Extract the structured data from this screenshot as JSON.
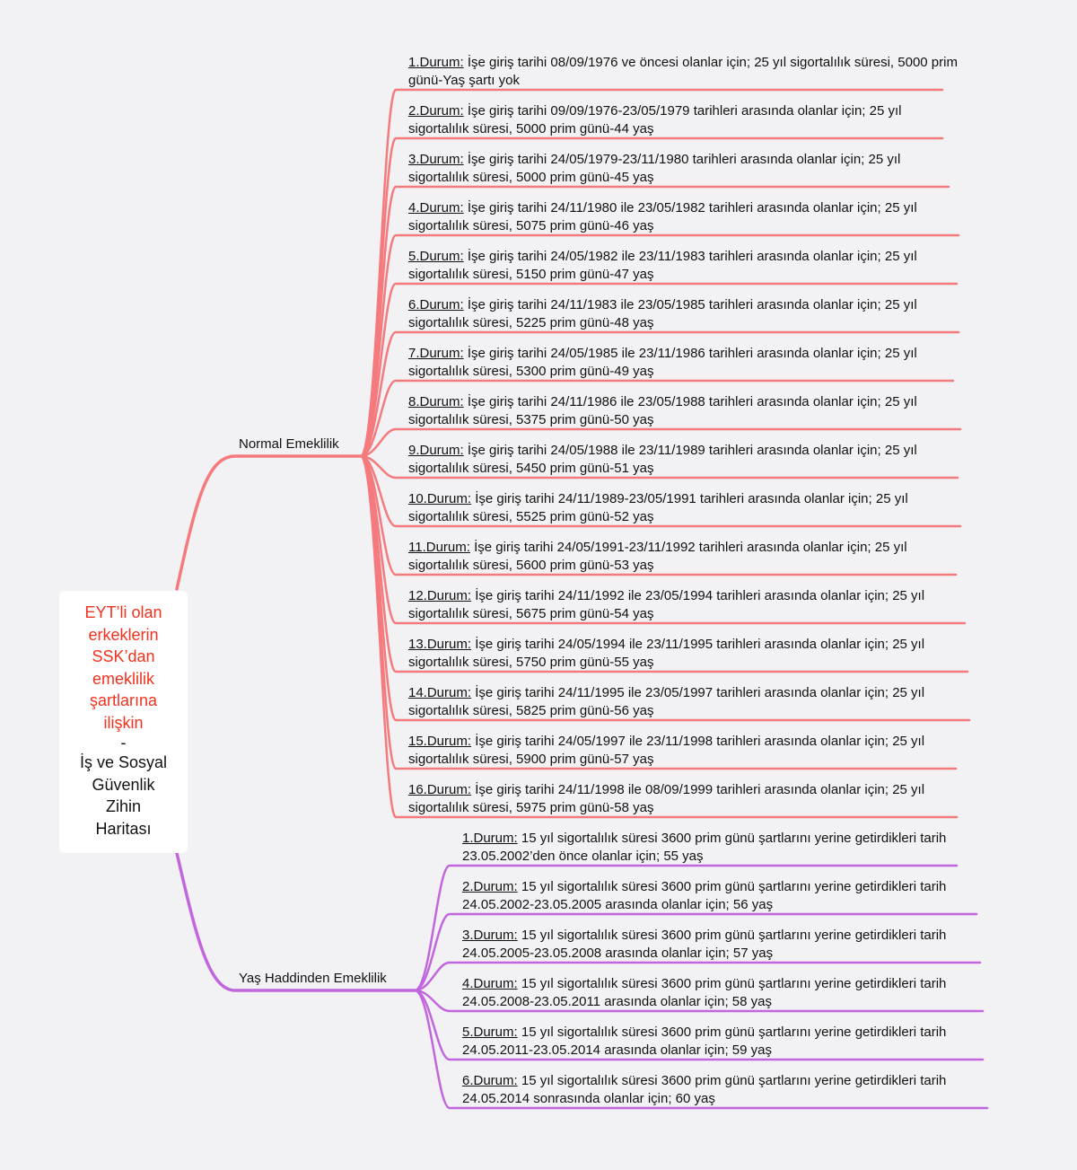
{
  "central": {
    "red_lines": [
      "EYT’li olan",
      "erkeklerin",
      "SSK’dan",
      "emeklilik",
      "şartlarına",
      "ilişkin"
    ],
    "separator": "-",
    "black_lines": [
      "İş ve Sosyal",
      "Güvenlik",
      "Zihin",
      "Haritası"
    ]
  },
  "colors": {
    "normal_branch": "#f47a7e",
    "age_branch": "#c266dd",
    "title_red": "#f0321e",
    "background": "#f2f2f4"
  },
  "branches": {
    "normal": {
      "label": "Normal Emeklilik",
      "items": [
        {
          "key": "1.Durum:",
          "text": " İşe giriş tarihi 08/09/1976 ve öncesi olanlar için; 25 yıl sigortalılık süresi, 5000 prim günü-Yaş şartı yok"
        },
        {
          "key": "2.Durum:",
          "text": " İşe giriş tarihi 09/09/1976-23/05/1979 tarihleri arasında olanlar için; 25 yıl sigortalılık süresi, 5000 prim günü-44 yaş"
        },
        {
          "key": "3.Durum:",
          "text": " İşe giriş tarihi 24/05/1979-23/11/1980 tarihleri arasında olanlar için; 25 yıl sigortalılık süresi, 5000 prim günü-45 yaş"
        },
        {
          "key": "4.Durum:",
          "text": " İşe giriş tarihi 24/11/1980 ile 23/05/1982 tarihleri arasında olanlar için; 25 yıl sigortalılık süresi, 5075 prim günü-46 yaş"
        },
        {
          "key": "5.Durum:",
          "text": " İşe giriş tarihi 24/05/1982 ile 23/11/1983 tarihleri arasında olanlar için; 25 yıl sigortalılık süresi, 5150 prim günü-47 yaş"
        },
        {
          "key": "6.Durum:",
          "text": " İşe giriş tarihi  24/11/1983 ile 23/05/1985 tarihleri arasında olanlar için; 25 yıl sigortalılık süresi, 5225 prim günü-48 yaş"
        },
        {
          "key": "7.Durum:",
          "text": " İşe giriş tarihi 24/05/1985 ile 23/11/1986 tarihleri arasında olanlar için; 25 yıl sigortalılık süresi, 5300 prim günü-49 yaş"
        },
        {
          "key": "8.Durum:",
          "text": " İşe giriş tarihi 24/11/1986 ile 23/05/1988 tarihleri arasında olanlar için; 25 yıl sigortalılık süresi, 5375 prim günü-50 yaş"
        },
        {
          "key": "9.Durum:",
          "text": " İşe giriş tarihi 24/05/1988 ile 23/11/1989 tarihleri arasında olanlar için; 25 yıl sigortalılık süresi, 5450 prim günü-51 yaş"
        },
        {
          "key": "10.Durum:",
          "text": " İşe giriş tarihi  24/11/1989-23/05/1991 tarihleri arasında olanlar için; 25 yıl sigortalılık süresi, 5525 prim günü-52 yaş"
        },
        {
          "key": "11.Durum:",
          "text": " İşe giriş tarihi  24/05/1991-23/11/1992 tarihleri arasında olanlar için; 25 yıl sigortalılık süresi, 5600 prim günü-53 yaş"
        },
        {
          "key": "12.Durum:",
          "text": " İşe giriş tarihi 24/11/1992 ile 23/05/1994 tarihleri arasında olanlar için; 25 yıl sigortalılık süresi, 5675 prim günü-54 yaş"
        },
        {
          "key": "13.Durum:",
          "text": " İşe giriş tarihi 24/05/1994 ile 23/11/1995 tarihleri arasında olanlar için; 25 yıl sigortalılık süresi, 5750 prim günü-55 yaş"
        },
        {
          "key": "14.Durum:",
          "text": " İşe giriş tarihi  24/11/1995 ile 23/05/1997 tarihleri arasında olanlar için; 25 yıl sigortalılık süresi, 5825 prim günü-56 yaş"
        },
        {
          "key": "15.Durum:",
          "text": " İşe giriş tarihi 24/05/1997 ile 23/11/1998 tarihleri arasında olanlar için; 25 yıl sigortalılık süresi, 5900 prim günü-57 yaş"
        },
        {
          "key": "16.Durum:",
          "text": " İşe giriş tarihi 24/11/1998 ile 08/09/1999 tarihleri arasında olanlar için; 25 yıl sigortalılık süresi, 5975 prim günü-58 yaş"
        }
      ]
    },
    "age": {
      "label": "Yaş Haddinden Emeklilik",
      "items": [
        {
          "key": "1.Durum:",
          "text": " 15 yıl sigortalılık süresi 3600 prim günü şartlarını yerine getirdikleri tarih 23.05.2002’den önce olanlar için; 55 yaş"
        },
        {
          "key": "2.Durum:",
          "text": " 15 yıl sigortalılık süresi 3600 prim günü şartlarını yerine getirdikleri tarih 24.05.2002-23.05.2005 arasında olanlar için; 56 yaş"
        },
        {
          "key": "3.Durum:",
          "text": " 15 yıl sigortalılık süresi 3600 prim günü şartlarını yerine getirdikleri tarih 24.05.2005-23.05.2008 arasında olanlar için; 57 yaş"
        },
        {
          "key": "4.Durum:",
          "text": " 15 yıl sigortalılık süresi 3600 prim günü şartlarını yerine getirdikleri tarih 24.05.2008-23.05.2011 arasında olanlar için; 58 yaş"
        },
        {
          "key": "5.Durum:",
          "text": " 15 yıl sigortalılık süresi 3600 prim günü şartlarını yerine getirdikleri tarih 24.05.2011-23.05.2014 arasında olanlar için; 59 yaş"
        },
        {
          "key": "6.Durum:",
          "text": " 15 yıl sigortalılık süresi 3600 prim günü şartlarını yerine getirdikleri tarih 24.05.2014 sonrasında olanlar için; 60 yaş"
        }
      ]
    }
  }
}
